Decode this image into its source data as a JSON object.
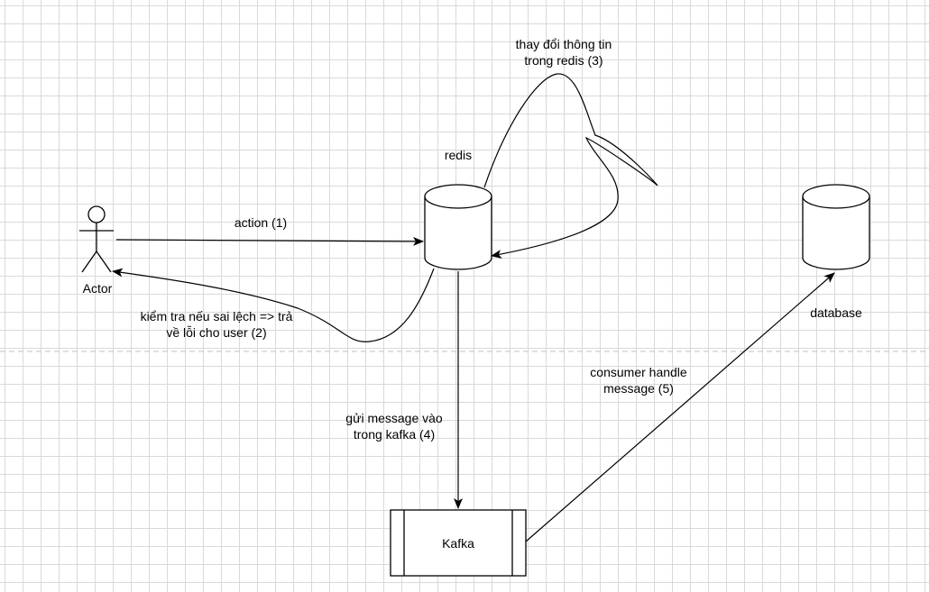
{
  "labels": {
    "actor": "Actor",
    "redis": "redis",
    "database": "database",
    "kafka": "Kafka",
    "action": "action (1)",
    "check_line1": "kiểm tra nếu sai lệch => trả",
    "check_line2": "về lỗi cho user (2)",
    "update_line1": "thay đổi thông tin",
    "update_line2": "trong redis (3)",
    "send_line1": "gửi message vào",
    "send_line2": "trong kafka (4)",
    "consumer_line1": "consumer handle",
    "consumer_line2": "message (5)"
  }
}
